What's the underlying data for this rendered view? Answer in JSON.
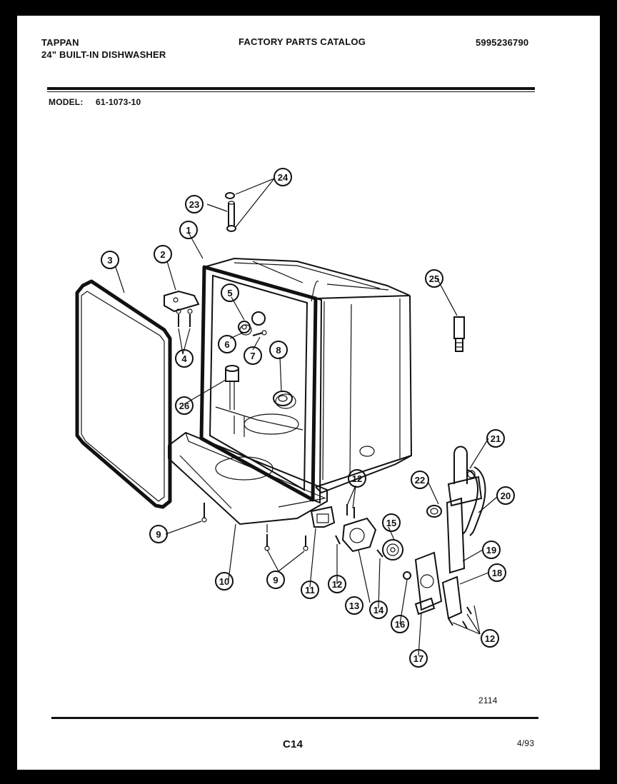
{
  "header": {
    "brand": "TAPPAN",
    "product": "24\" BUILT-IN DISHWASHER",
    "catalog_title": "FACTORY PARTS CATALOG",
    "catalog_number": "5995236790"
  },
  "model": {
    "label": "MODEL:",
    "number": "61-1073-10"
  },
  "callouts": {
    "c1": "1",
    "c2": "2",
    "c3": "3",
    "c4": "4",
    "c5": "5",
    "c6": "6",
    "c7": "7",
    "c8": "8",
    "c9a": "9",
    "c9b": "9",
    "c10": "10",
    "c11": "11",
    "c12a": "12",
    "c12b": "12",
    "c12c": "12",
    "c13": "13",
    "c14": "14",
    "c15": "15",
    "c16": "16",
    "c17": "17",
    "c18": "18",
    "c19": "19",
    "c20": "20",
    "c21": "21",
    "c22": "22",
    "c23": "23",
    "c24": "24",
    "c25": "25",
    "c26": "26"
  },
  "diagram_number": "2114",
  "footer": {
    "page": "C14",
    "date": "4/93"
  }
}
